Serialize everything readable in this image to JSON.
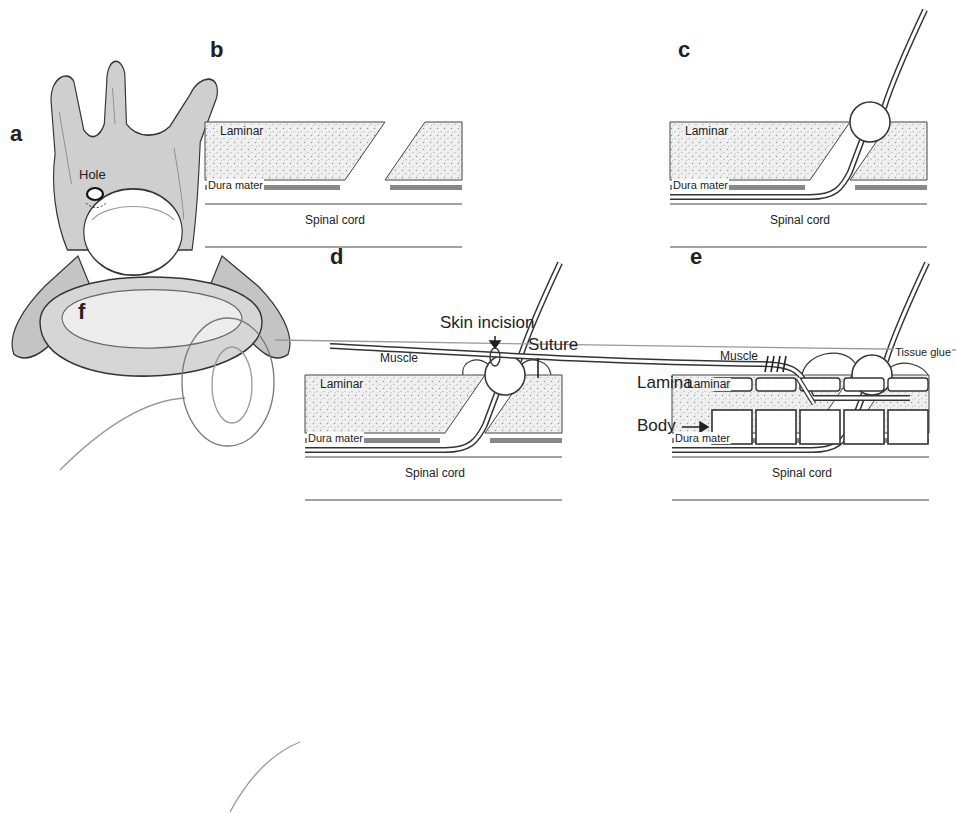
{
  "diagram": {
    "labels": [
      "a",
      "Hole",
      "b",
      "c",
      "Laminar",
      "Dura mater",
      "Spinal cord",
      "Laminar",
      "Dura mater",
      "Spinal cord",
      "d",
      "e",
      "Muscle",
      "Laminar",
      "Dura mater",
      "Spinal cord",
      "Muscle",
      "Tissue glue",
      "Laminar",
      "Dura mater",
      "Spinal cord",
      "f",
      "Skin incision",
      "Suture",
      "Lamina",
      "Body"
    ]
  }
}
